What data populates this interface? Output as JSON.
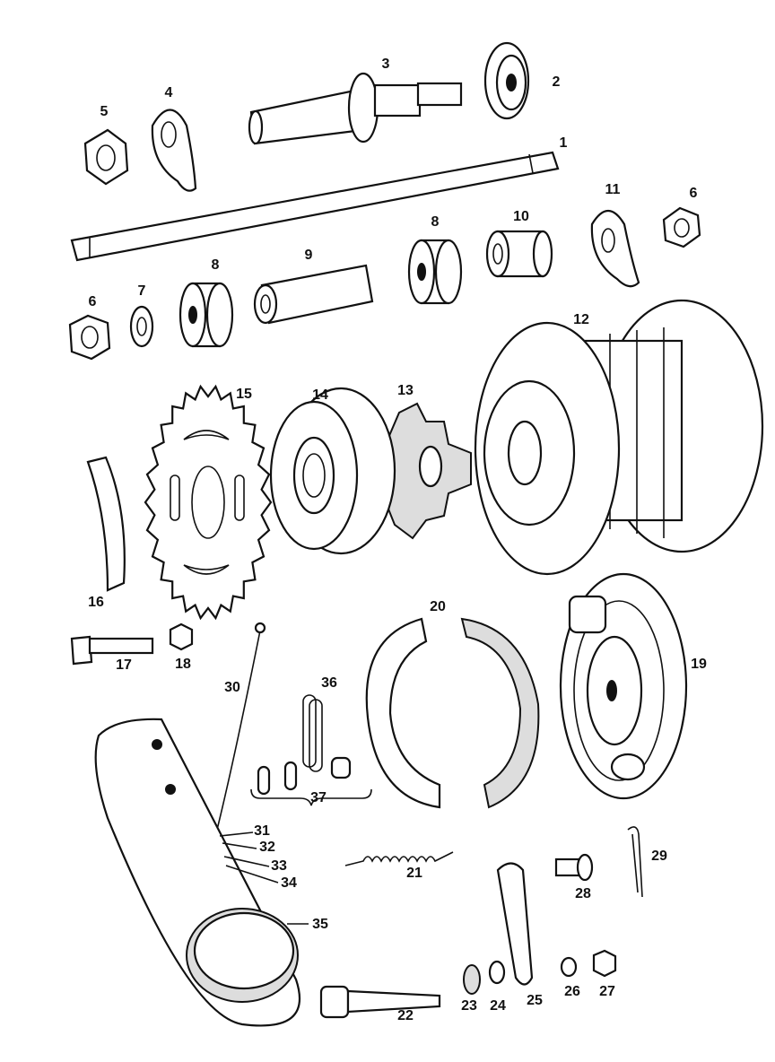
{
  "title": "Rear wheel hub exploded parts diagram",
  "labels": {
    "n1": "1",
    "n2": "2",
    "n3": "3",
    "n4": "4",
    "n5": "5",
    "n6a": "6",
    "n6b": "6",
    "n7": "7",
    "n8a": "8",
    "n8b": "8",
    "n9": "9",
    "n10": "10",
    "n11": "11",
    "n12": "12",
    "n13": "13",
    "n14": "14",
    "n15": "15",
    "n16": "16",
    "n17": "17",
    "n18": "18",
    "n19": "19",
    "n20": "20",
    "n21": "21",
    "n22": "22",
    "n23": "23",
    "n24": "24",
    "n25": "25",
    "n26": "26",
    "n27": "27",
    "n28": "28",
    "n29": "29",
    "n30": "30",
    "n31": "31",
    "n32": "32",
    "n33": "33",
    "n34": "34",
    "n35": "35",
    "n36": "36",
    "n37": "37"
  }
}
